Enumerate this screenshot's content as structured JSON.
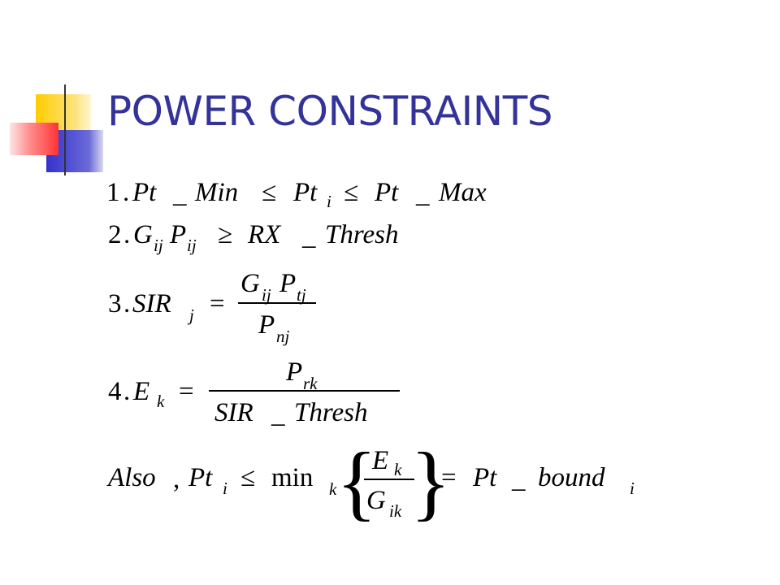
{
  "slide": {
    "title": "POWER CONSTRAINTS",
    "colors": {
      "title": "#333399",
      "accent_yellow": "#FFCC00",
      "accent_blue": "#3333CC",
      "accent_red": "#FF3333"
    }
  },
  "equations": {
    "eq1": {
      "number": "1",
      "dot": ".",
      "lhs_main": "Pt",
      "lhs_us": "_",
      "lhs_tail": "Min",
      "rel1": "≤",
      "mid_main": "Pt",
      "mid_sub": "i",
      "rel2": "≤",
      "rhs_main": "Pt",
      "rhs_us": "_",
      "rhs_tail": "Max"
    },
    "eq2": {
      "number": "2",
      "dot": ".",
      "g": "G",
      "g_sub": "ij",
      "p": "P",
      "p_sub": "ij",
      "rel": "≥",
      "rhs_main": "RX",
      "rhs_us": "_",
      "rhs_tail": "Thresh"
    },
    "eq3": {
      "number": "3",
      "dot": ".",
      "lhs": "SIR",
      "lhs_sub": "j",
      "eq": "=",
      "num_g": "G",
      "num_g_sub": "ij",
      "num_p": "P",
      "num_p_sub": "tj",
      "den_p": "P",
      "den_p_sub": "nj"
    },
    "eq4": {
      "number": "4",
      "dot": ".",
      "lhs": "E",
      "lhs_sub": "k",
      "eq": "=",
      "num_p": "P",
      "num_p_sub": "rk",
      "den_main": "SIR",
      "den_us": "_",
      "den_tail": "Thresh"
    },
    "eq5": {
      "also": "Also",
      "comma": ",",
      "pt": "Pt",
      "pt_sub": "i",
      "rel": "≤",
      "min": "min",
      "min_sub": "k",
      "lbrace": "{",
      "num_e": "E",
      "num_e_sub": "k",
      "den_g": "G",
      "den_g_sub": "ik",
      "rbrace": "}",
      "eq": "=",
      "rhs_main": "Pt",
      "rhs_us": "_",
      "rhs_tail": "bound",
      "rhs_sub": "i"
    }
  }
}
